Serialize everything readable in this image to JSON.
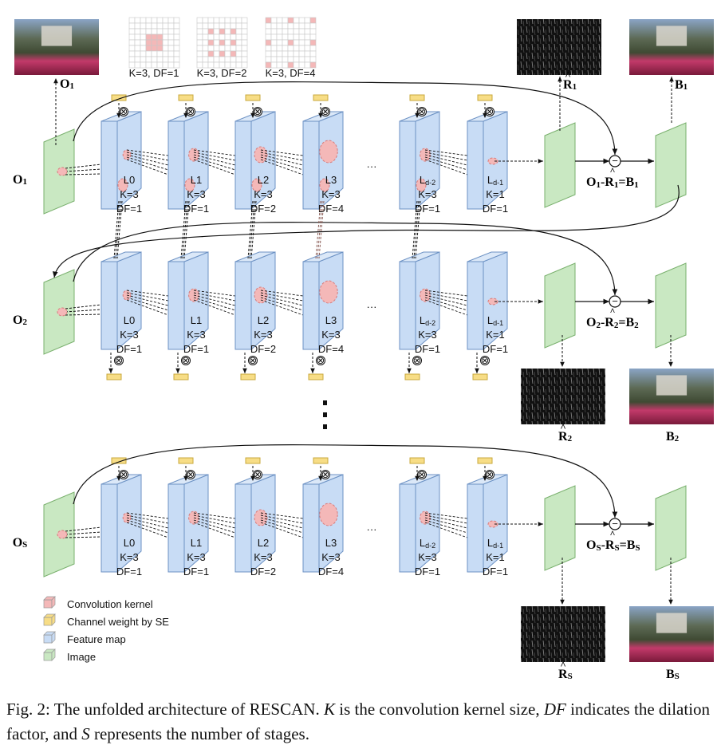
{
  "kernel_examples": [
    {
      "label": "K=3, DF=1",
      "dilation": 1
    },
    {
      "label": "K=3, DF=2",
      "dilation": 2
    },
    {
      "label": "K=3, DF=4",
      "dilation": 4
    }
  ],
  "stages": [
    {
      "id": "1",
      "input": {
        "letter": "O",
        "sub": "1"
      },
      "rain": {
        "letter": "R",
        "sub": "1"
      },
      "output": {
        "letter": "B",
        "sub": "1"
      },
      "subtract": {
        "o": "O",
        "r": "R",
        "b": "B",
        "sub": "1"
      },
      "se_position": "top"
    },
    {
      "id": "2",
      "input": {
        "letter": "O",
        "sub": "2"
      },
      "rain": {
        "letter": "R",
        "sub": "2"
      },
      "output": {
        "letter": "B",
        "sub": "2"
      },
      "subtract": {
        "o": "O",
        "r": "R",
        "b": "B",
        "sub": "2"
      },
      "se_position": "bottom"
    },
    {
      "id": "s",
      "input": {
        "letter": "O",
        "sub": "S"
      },
      "rain": {
        "letter": "R",
        "sub": "S"
      },
      "output": {
        "letter": "B",
        "sub": "S"
      },
      "subtract": {
        "o": "O",
        "r": "R",
        "b": "B",
        "sub": "S"
      },
      "se_position": "top"
    }
  ],
  "layers": [
    {
      "name": "L0",
      "k": "K=3",
      "df": "DF=1"
    },
    {
      "name": "L1",
      "k": "K=3",
      "df": "DF=1"
    },
    {
      "name": "L2",
      "k": "K=3",
      "df": "DF=2"
    },
    {
      "name": "L3",
      "k": "K=3",
      "df": "DF=4"
    },
    {
      "name": "L",
      "name_sub": "d-2",
      "k": "K=3",
      "df": "DF=1"
    },
    {
      "name": "L",
      "name_sub": "d-1",
      "k": "K=1",
      "df": "DF=1"
    }
  ],
  "ellipsis": "···",
  "se_operator": "⊗",
  "minus_operator": "−",
  "legend": [
    {
      "label": "Convolution kernel",
      "color": "#f4b8b8"
    },
    {
      "label": "Channel weight by SE",
      "color": "#f7dd86"
    },
    {
      "label": "Feature map",
      "color": "#c8dcf5"
    },
    {
      "label": "Image",
      "color": "#c9e8c2"
    }
  ],
  "colors": {
    "feature_map": "#c8dcf5",
    "feature_map_edge": "#6d92c4",
    "image": "#c9e8c2",
    "image_edge": "#79b06d",
    "kernel": "#f4b8b8",
    "se": "#f7dd86"
  },
  "caption": {
    "prefix": "Fig. 2: The unfolded architecture of RESCAN. ",
    "k": "K",
    "part1": " is the convolution kernel size, ",
    "df": "DF",
    "part2": " indicates the dilation factor, and ",
    "s": "S",
    "part3": " represents the number of stages."
  }
}
